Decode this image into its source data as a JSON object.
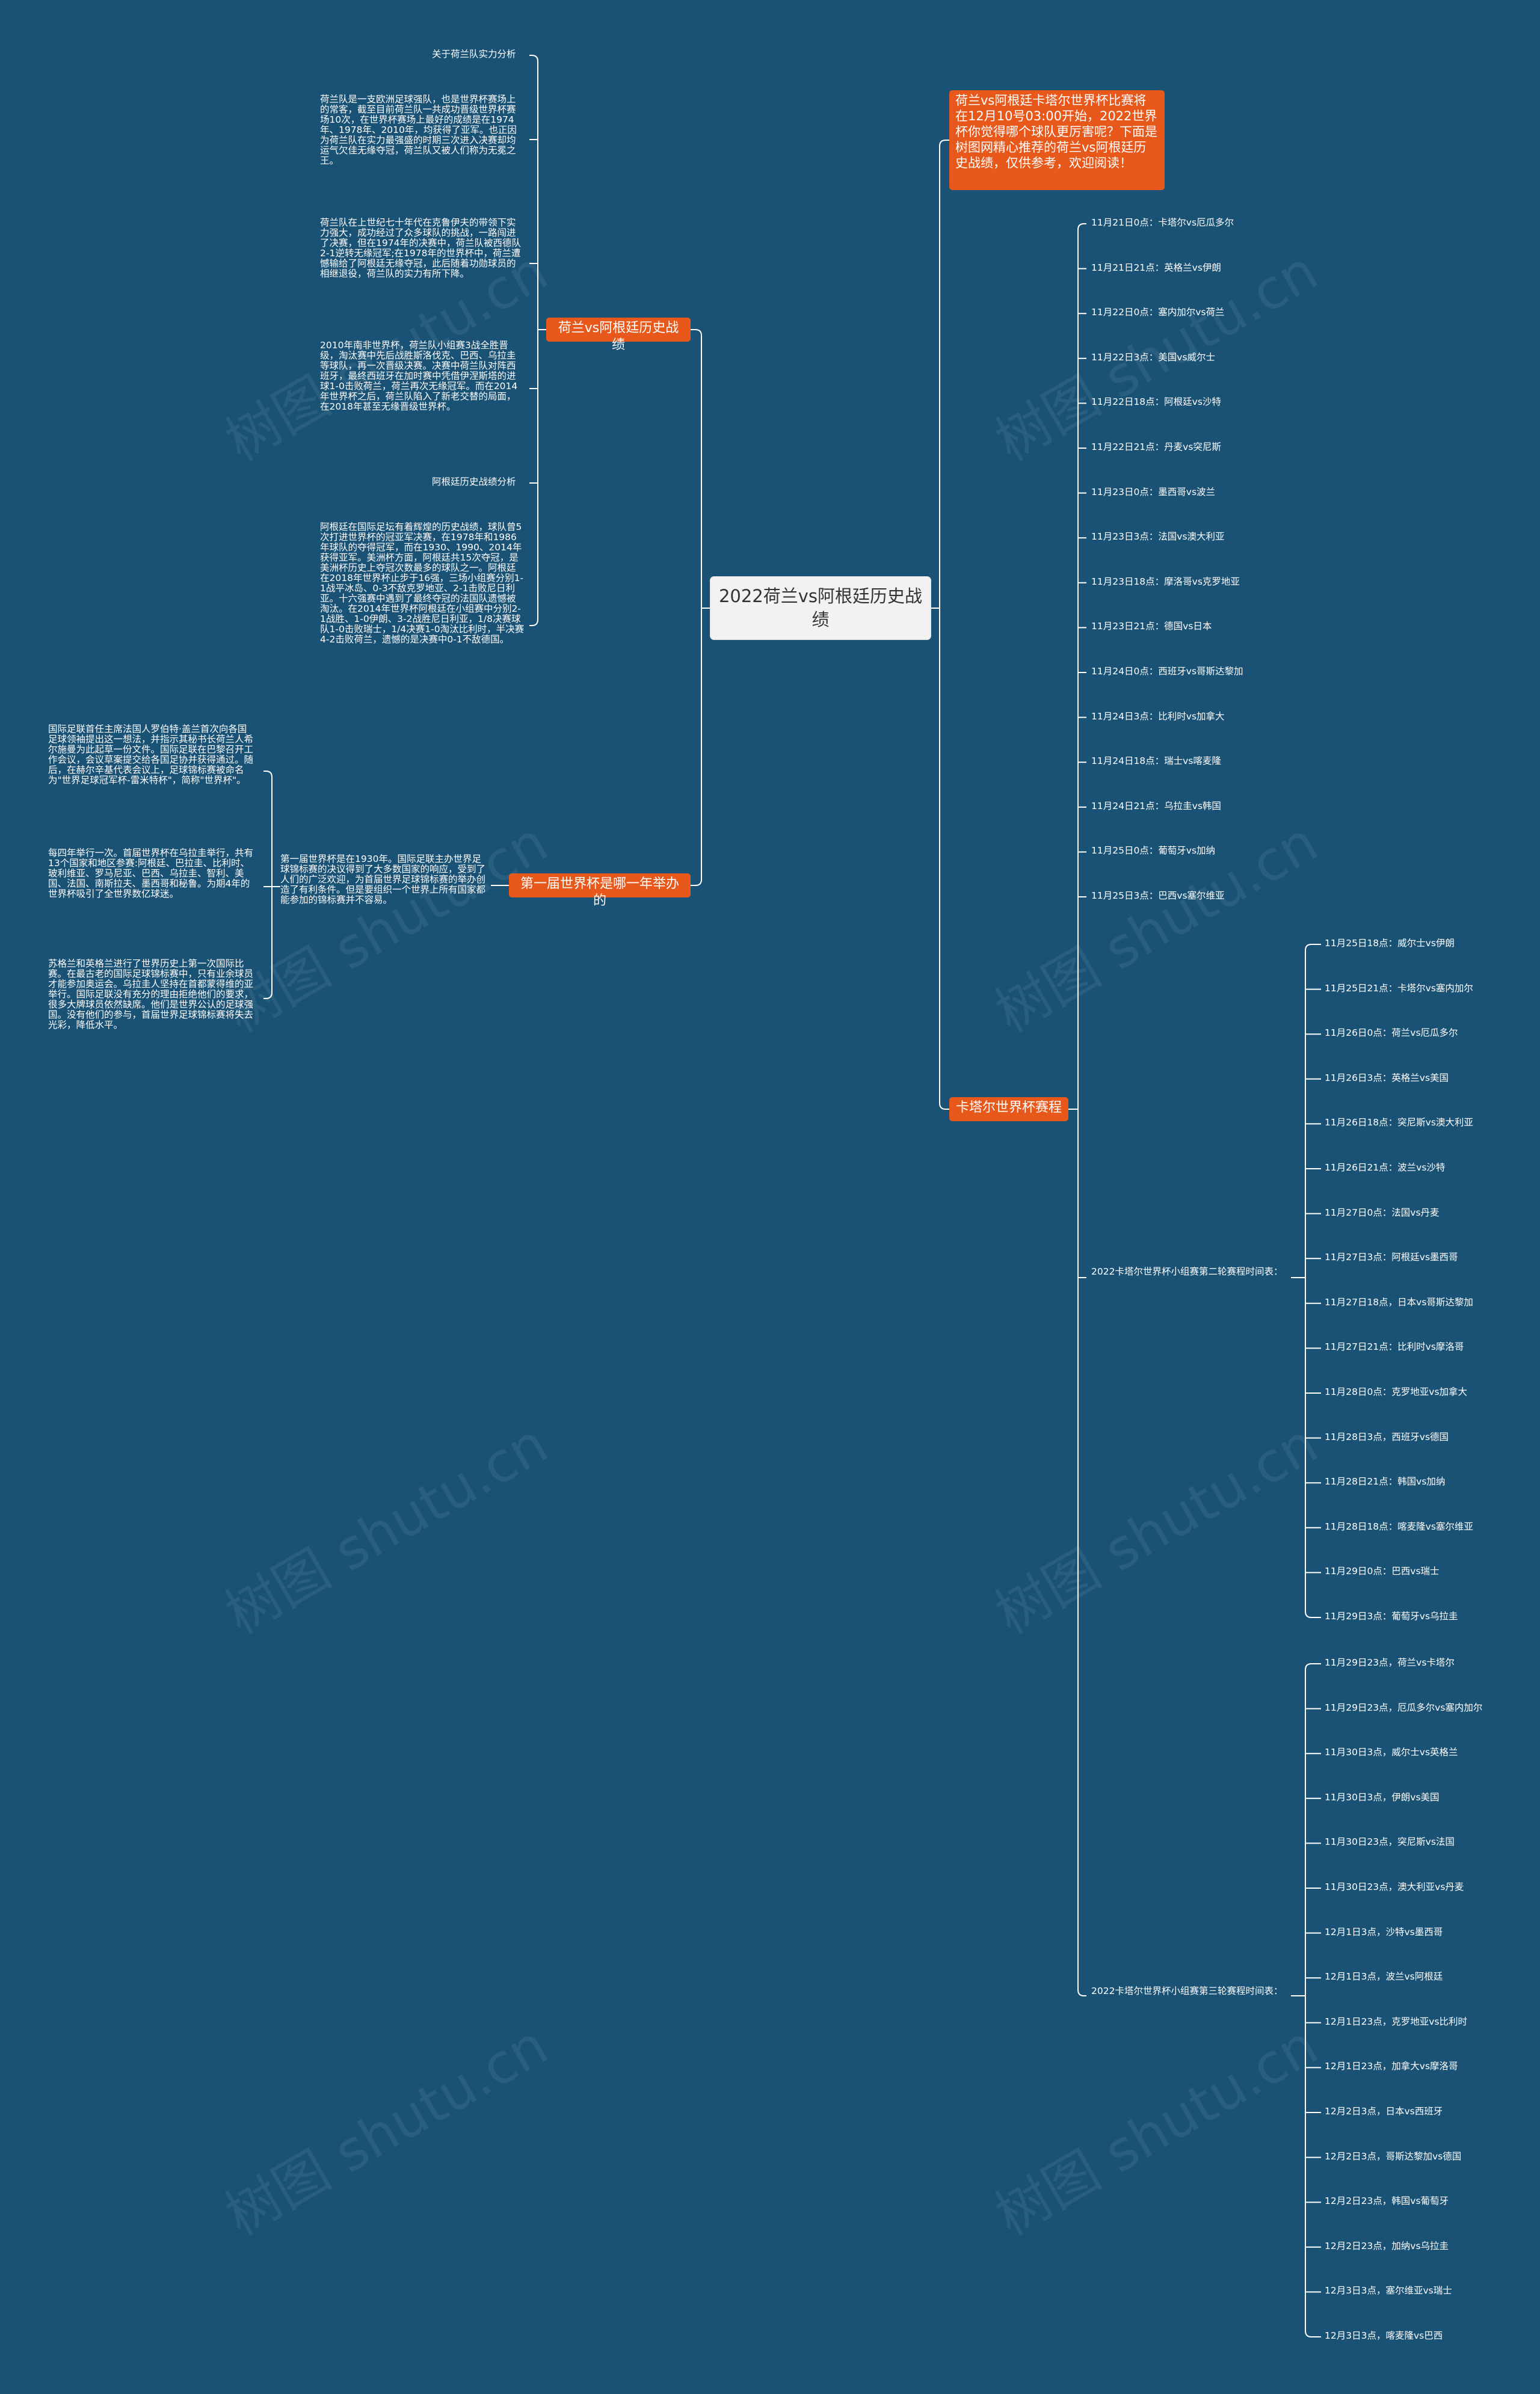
{
  "root": "2022荷兰vs阿根廷历史战绩",
  "watermark": "树图 shutu.cn",
  "branch_intro": "荷兰vs阿根廷卡塔尔世界杯比赛将在12月10号03:00开始，2022世界杯你觉得哪个球队更厉害呢？下面是树图网精心推荐的荷兰vs阿根廷历史战绩，仅供参考，欢迎阅读！",
  "branch_history": "荷兰vs阿根廷历史战绩",
  "branch_first": "第一届世界杯是哪一年举办的",
  "branch_schedule": "卡塔尔世界杯赛程",
  "history": {
    "nl_title": "关于荷兰队实力分析",
    "nl_p1": "荷兰队是一支欧洲足球强队，也是世界杯赛场上的常客，截至目前荷兰队一共成功晋级世界杯赛场10次，在世界杯赛场上最好的成绩是在1974年、1978年、2010年，均获得了亚军。也正因为荷兰队在实力最强盛的时期三次进入决赛却均运气欠佳无缘夺冠，荷兰队又被人们称为无冕之王。",
    "nl_p2": "荷兰队在上世纪七十年代在克鲁伊夫的带领下实力强大，成功经过了众多球队的挑战，一路闯进了决赛，但在1974年的决赛中，荷兰队被西德队2-1逆转无缘冠军;在1978年的世界杯中，荷兰遭憾输给了阿根廷无缘夺冠，此后随着功勋球员的相继退役，荷兰队的实力有所下降。",
    "nl_p3": "2010年南非世界杯，荷兰队小组赛3战全胜晋级，淘汰赛中先后战胜斯洛伐克、巴西、乌拉圭等球队，再一次晋级决赛。决赛中荷兰队对阵西班牙，最终西班牙在加时赛中凭借伊涅斯塔的进球1-0击败荷兰，荷兰再次无缘冠军。而在2014年世界杯之后，荷兰队陷入了新老交替的局面，在2018年甚至无缘晋级世界杯。",
    "ar_title": "阿根廷历史战绩分析",
    "ar_p1": "阿根廷在国际足坛有着辉煌的历史战绩，球队曾5次打进世界杯的冠亚军决赛，在1978年和1986年球队的夺得冠军，而在1930、1990、2014年获得亚军。美洲杯方面，阿根廷共15次夺冠，是美洲杯历史上夺冠次数最多的球队之一。阿根廷在2018年世界杯止步于16强，三场小组赛分别1-1战平冰岛、0-3不敌克罗地亚、2-1击败尼日利亚。十六强赛中遇到了最终夺冠的法国队遗憾被淘汰。在2014年世界杯阿根廷在小组赛中分别2-1战胜、1-0伊朗、3-2战胜尼日利亚，1/8决赛球队1-0击败瑞士，1/4决赛1-0淘汰比利时，半决赛4-2击败荷兰，遗憾的是决赛中0-1不敌德国。"
  },
  "first": {
    "main": "第一届世界杯是在1930年。国际足联主办世界足球锦标赛的决议得到了大多数国家的响应，受到了人们的广泛欢迎，为首届世界足球锦标赛的举办创造了有利条件。但是要组织一个世界上所有国家都能参加的锦标赛并不容易。",
    "p1": "国际足联首任主席法国人罗伯特·盖兰首次向各国足球领袖提出这一想法，并指示其秘书长荷兰人希尔施曼为此起草一份文件。国际足联在巴黎召开工作会议，会议草案提交给各国足协并获得通过。随后，在赫尔辛基代表会议上，足球锦标赛被命名为\"世界足球冠军杯-雷米特杯\"，简称\"世界杯\"。",
    "p2": "每四年举行一次。首届世界杯在乌拉圭举行，共有13个国家和地区参赛:阿根廷、巴拉圭、比利时、玻利维亚、罗马尼亚、巴西、乌拉圭、智利、美国、法国、南斯拉夫、墨西哥和秘鲁。为期4年的世界杯吸引了全世界数亿球迷。",
    "p3": "苏格兰和英格兰进行了世界历史上第一次国际比赛。在最古老的国际足球锦标赛中，只有业余球员才能参加奥运会。乌拉圭人坚持在首都蒙得维的亚举行。国际足联没有充分的理由拒绝他们的要求，很多大牌球员依然缺席。他们是世界公认的足球强国。没有他们的参与，首届世界足球锦标赛将失去光彩，降低水平。"
  },
  "schedule": {
    "round1": [
      "11月21日0点：卡塔尔vs厄瓜多尔",
      "11月21日21点：英格兰vs伊朗",
      "11月22日0点：塞内加尔vs荷兰",
      "11月22日3点：美国vs威尔士",
      "11月22日18点：阿根廷vs沙特",
      "11月22日21点：丹麦vs突尼斯",
      "11月23日0点：墨西哥vs波兰",
      "11月23日3点：法国vs澳大利亚",
      "11月23日18点：摩洛哥vs克罗地亚",
      "11月23日21点：德国vs日本",
      "11月24日0点：西班牙vs哥斯达黎加",
      "11月24日3点：比利时vs加拿大",
      "11月24日18点：瑞士vs喀麦隆",
      "11月24日21点：乌拉圭vs韩国",
      "11月25日0点：葡萄牙vs加纳",
      "11月25日3点：巴西vs塞尔维亚"
    ],
    "round2_label": "2022卡塔尔世界杯小组赛第二轮赛程时间表：",
    "round2": [
      "11月25日18点：威尔士vs伊朗",
      "11月25日21点：卡塔尔vs塞内加尔",
      "11月26日0点：荷兰vs厄瓜多尔",
      "11月26日3点：英格兰vs美国",
      "11月26日18点：突尼斯vs澳大利亚",
      "11月26日21点：波兰vs沙特",
      "11月27日0点：法国vs丹麦",
      "11月27日3点：阿根廷vs墨西哥",
      "11月27日18点，日本vs哥斯达黎加",
      "11月27日21点：比利时vs摩洛哥",
      "11月28日0点：克罗地亚vs加拿大",
      "11月28日3点，西班牙vs德国",
      "11月28日21点：韩国vs加纳",
      "11月28日18点：喀麦隆vs塞尔维亚",
      "11月29日0点：巴西vs瑞士",
      "11月29日3点：葡萄牙vs乌拉圭"
    ],
    "round3_label": "2022卡塔尔世界杯小组赛第三轮赛程时间表：",
    "round3": [
      "11月29日23点，荷兰vs卡塔尔",
      "11月29日23点，厄瓜多尔vs塞内加尔",
      "11月30日3点，威尔士vs英格兰",
      "11月30日3点，伊朗vs美国",
      "11月30日23点，突尼斯vs法国",
      "11月30日23点，澳大利亚vs丹麦",
      "12月1日3点，沙特vs墨西哥",
      "12月1日3点，波兰vs阿根廷",
      "12月1日23点，克罗地亚vs比利时",
      "12月1日23点，加拿大vs摩洛哥",
      "12月2日3点，日本vs西班牙",
      "12月2日3点，哥斯达黎加vs德国",
      "12月2日23点，韩国vs葡萄牙",
      "12月2日23点，加纳vs乌拉圭",
      "12月3日3点，塞尔维亚vs瑞士",
      "12月3日3点，喀麦隆vs巴西"
    ]
  }
}
